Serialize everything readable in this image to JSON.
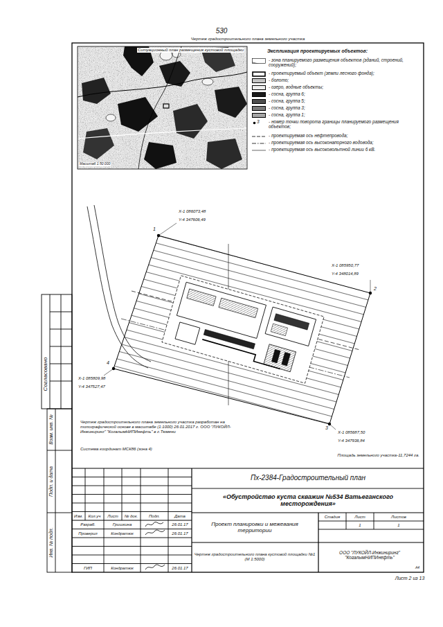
{
  "diagram": {
    "title": "Чертеж градостроительного плана земельного участка",
    "labels": [
      "530",
      "Ситуационный план размещения кустовой площадки",
      "Масштаб 1:50 000",
      "3",
      "Х-1 086073,48",
      "Y-4 347606,49",
      "Х-1 085950,77",
      "Y-4 348014,89",
      "Х-1 085809,98",
      "Y-4 347527,47",
      "Х-1 085687,50",
      "Y-4 347936,84",
      "1",
      "2",
      "3",
      "4",
      "Чертеж градостроительного плана земельного участка разработан на топографической основе в масштабе (1:1000) 26.01.2017 г. ООО \"ЛУКОЙЛ-Инжиниринг\" \"КогалымНИПИнефть\" в г.Тюмени",
      "Система координат МСК86 (зона 4)",
      "Площадь земельного участка-11,7244 га.",
      "Согласовано",
      "Взам. инв. №",
      "Подп. и дата",
      "Инв. № подл.",
      "Пх-2384-Градостроительный план",
      "«Обустройство куста скважин №534 Ватьеганского месторождения»",
      "Изм.",
      "Кол.уч",
      "Лист",
      "№ док.",
      "Подп.",
      "Дата",
      "Разраб.",
      "Гришкина",
      "26.01.17",
      "Проверил",
      "Кондратюк",
      "26.01.17",
      "ГИП",
      "Кондратюк",
      "26.01.17",
      "Проект планировки и межевания территории",
      "Стадия",
      "Лист",
      "Листов",
      "1",
      "1",
      "Чертеж градостроительного плана кустовой площадки №1 (М 1:5000)",
      "ООО \"ЛУКОЙЛ-Инжиниринг\" \"КогалымНИПИнефть\"",
      "Лист 2 из 13",
      "А4",
      "Экспликация проектируемых объектов:"
    ],
    "legend": [
      {
        "text": "- зона планируемого размещения объектов (зданий, строений, сооружений);"
      },
      {
        "text": "- проектируемый объект (земли лесного фонда);"
      },
      {
        "text": "- болото;",
        "color": "#c4c4c4"
      },
      {
        "text": "- озеро, водные объекты;",
        "color": "#eeeeee"
      },
      {
        "text": "- сосна, группа 6;",
        "color": "#1a1a1a"
      },
      {
        "text": "- сосна, группа 5;",
        "color": "#4d4d4d"
      },
      {
        "text": "- сосна, группа 3;",
        "color": "#7a7a7a"
      },
      {
        "text": "- сосна, группа 1;",
        "color": "#a6a6a6"
      },
      {
        "text": "- номер точки поворота границы планируемого размещения объектов;"
      },
      {
        "text": "- проектируемая ось нефтепровода;"
      },
      {
        "text": "- проектируемая ось высоконапорного водовода;"
      },
      {
        "text": "- проектируемая ось высоковольтной линии 6 кВ."
      }
    ]
  }
}
